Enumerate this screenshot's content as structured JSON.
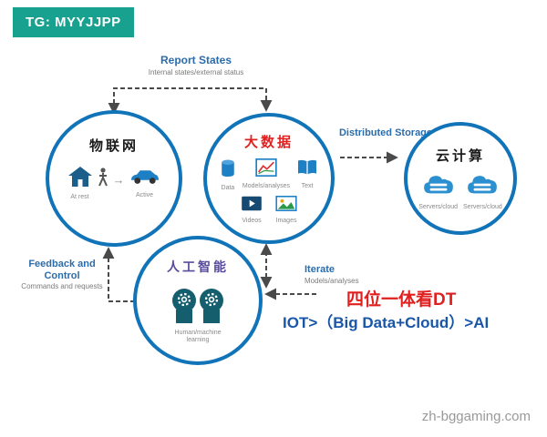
{
  "badge": {
    "text": "TG: MYYJJPP"
  },
  "arrows": {
    "report": {
      "title": "Report States",
      "subtitle": "Internal states/external status"
    },
    "storage": {
      "title": "Distributed Storage"
    },
    "feedback": {
      "title": "Feedback and Control",
      "subtitle": "Commands and requests"
    },
    "iterate": {
      "title": "Iterate",
      "subtitle": "Models/analyses"
    }
  },
  "circles": {
    "iot": {
      "title": "物联网",
      "at_rest": "At rest",
      "active": "Active"
    },
    "bigdata": {
      "title": "大数据",
      "data": "Data",
      "models": "Models/analyses",
      "text": "Text",
      "videos": "Videos",
      "images": "Images"
    },
    "cloud": {
      "title": "云计算",
      "servers_left": "Servers/cloud",
      "servers_right": "Servers/cloud"
    },
    "ai": {
      "title": "人工智能",
      "caption": "Human/machine learning"
    }
  },
  "caption": {
    "line1": "四位一体看DT",
    "line2": "IOT>（Big Data+Cloud）>AI"
  },
  "watermark": {
    "text": "zh-bggaming.com"
  },
  "colors": {
    "badge_bg": "#19a18f",
    "circle_border": "#1274b8",
    "flow_label_blue": "#2b6cab",
    "red": "#e01f1f",
    "caption_blue": "#1a56a8",
    "ai_purple": "#5a4b9e",
    "arrow_gray": "#4a4a4a"
  }
}
